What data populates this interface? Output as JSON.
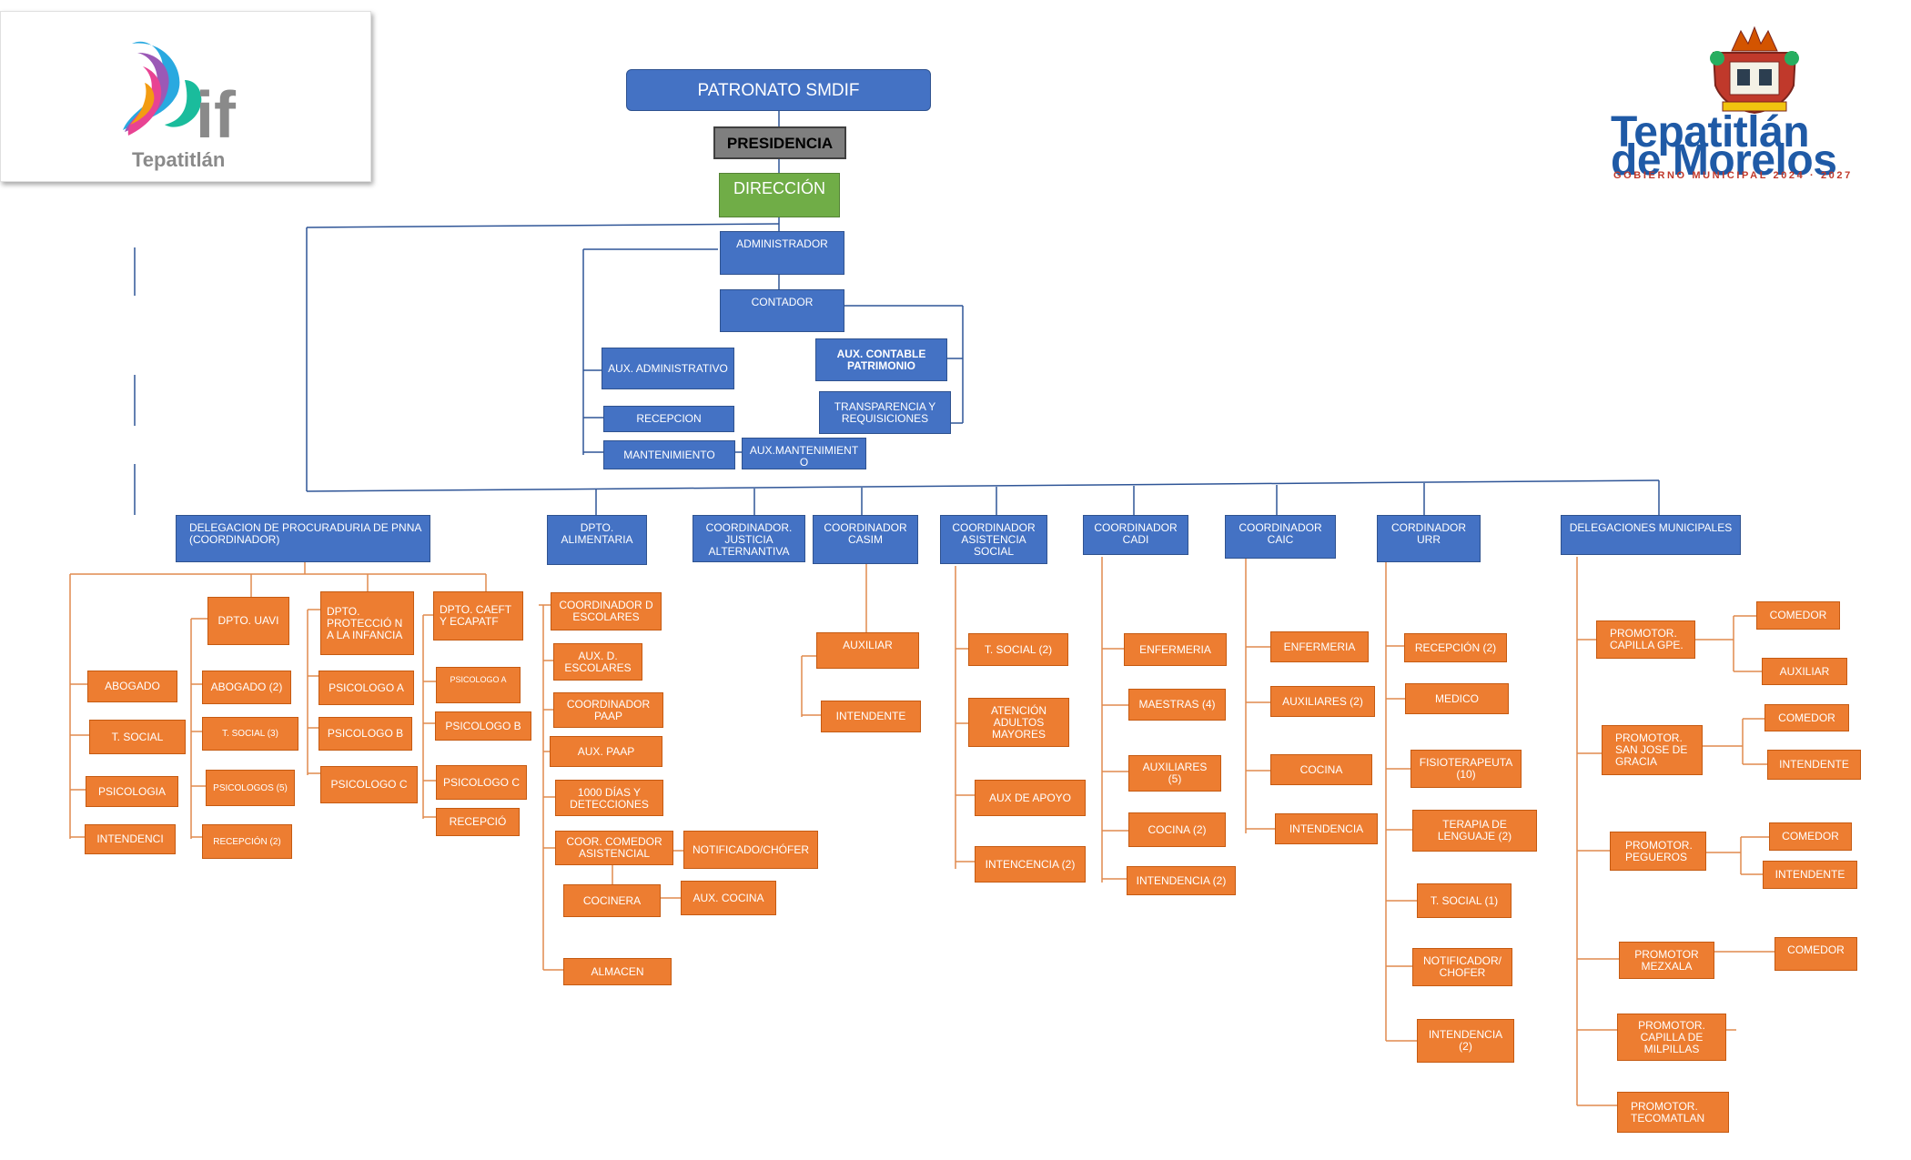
{
  "logo_left": {
    "text": "Tepatitlán",
    "letters": "if"
  },
  "logo_right": {
    "line1": "Tepatitlán",
    "line2": "de Morelos",
    "subtitle": "GOBIERNO MUNICIPAL  2024 · 2027"
  },
  "header": {
    "patronato": "PATRONATO SMDIF",
    "presidencia": "PRESIDENCIA",
    "direccion": "DIRECCIÓN"
  },
  "admin": {
    "administrador": "ADMINISTRADOR",
    "contador": "CONTADOR",
    "aux_administrativo": "AUX. ADMINISTRATIVO",
    "aux_contable": "AUX. CONTABLE PATRIMONIO",
    "recepcion": "RECEPCION",
    "transparencia": "TRANSPARENCIA Y REQUISICIONES",
    "mantenimiento": "MANTENIMIENTO",
    "aux_mantenimiento": "AUX.MANTENIMIENT O"
  },
  "departments": {
    "procuraduria": "DELEGACION DE PROCURADURIA DE PNNA (COORDINADOR)",
    "alimentaria": "DPTO. ALIMENTARIA",
    "justicia": "COORDINADOR. JUSTICIA ALTERNANTIVA",
    "casim": "COORDINADOR CASIM",
    "asistencia": "COORDINADOR ASISTENCIA SOCIAL",
    "cadi": "COORDINADOR CADI",
    "caic": "COORDINADOR CAIC",
    "urr": "CORDINADOR URR",
    "delegaciones": "DELEGACIONES MUNICIPALES"
  },
  "procuraduria": {
    "abogado": "ABOGADO",
    "t_social": "T. SOCIAL",
    "psicologia": "PSICOLOGIA",
    "intendencia": "INTENDENCI",
    "uavi": "DPTO. UAVI",
    "uavi_abogado": "ABOGADO (2)",
    "uavi_tsocial": "T. SOCIAL (3)",
    "uavi_psicologos": "PSICOLOGOS (5)",
    "uavi_recepcion": "RECEPCIÓN (2)",
    "proteccion": "DPTO. PROTECCIÓ N A LA INFANCIA",
    "prot_psic_a": "PSICOLOGO A",
    "prot_psic_b": "PSICOLOGO B",
    "prot_psic_c": "PSICOLOGO C",
    "caeft": "DPTO. CAEFT Y ECAPATF",
    "caeft_psic_a": "PSICOLOGO A",
    "caeft_psic_b": "PSICOLOGO B",
    "caeft_psic_c": "PSICOLOGO C",
    "caeft_recepcion": "RECEPCIÓ"
  },
  "alimentaria": {
    "coord_escolares": "COORDINADOR D ESCOLARES",
    "aux_escolares": "AUX. D. ESCOLARES",
    "coord_paap": "COORDINADOR PAAP",
    "aux_paap": "AUX. PAAP",
    "mil_dias": "1000 DÍAS Y DETECCIONES",
    "coor_comedor": "COOR. COMEDOR ASISTENCIAL",
    "notificado": "NOTIFICADO/CHÓFER",
    "cocinera": "COCINERA",
    "aux_cocina": "AUX. COCINA",
    "almacen": "ALMACEN"
  },
  "casim": {
    "auxiliar": "AUXILIAR",
    "intendente": "INTENDENTE"
  },
  "asistencia": {
    "t_social": "T. SOCIAL (2)",
    "atencion": "ATENCIÓN ADULTOS MAYORES",
    "aux_apoyo": "AUX DE APOYO",
    "intendencia": "INTENCENCIA (2)"
  },
  "cadi": {
    "enfermeria": "ENFERMERIA",
    "maestras": "MAESTRAS (4)",
    "auxiliares": "AUXILIARES (5)",
    "cocina": "COCINA (2)",
    "intendencia": "INTENDENCIA (2)"
  },
  "caic": {
    "enfermeria": "ENFERMERIA",
    "auxiliares": "AUXILIARES (2)",
    "cocina": "COCINA",
    "intendencia": "INTENDENCIA"
  },
  "urr": {
    "recepcion": "RECEPCIÓN (2)",
    "medico": "MEDICO",
    "fisioterapeuta": "FISIOTERAPEUTA (10)",
    "terapia": "TERAPIA DE LENGUAJE (2)",
    "t_social": "T. SOCIAL (1)",
    "notificador": "NOTIFICADOR/ CHOFER",
    "intendencia": "INTENDENCIA (2)"
  },
  "delegaciones": {
    "capilla_gpe": "PROMOTOR. CAPILLA GPE.",
    "capilla_comedor": "COMEDOR",
    "capilla_auxiliar": "AUXILIAR",
    "san_jose": "PROMOTOR. SAN JOSE DE GRACIA",
    "san_jose_comedor": "COMEDOR",
    "san_jose_intendente": "INTENDENTE",
    "pegueros": "PROMOTOR. PEGUEROS",
    "pegueros_comedor": "COMEDOR",
    "pegueros_intendente": "INTENDENTE",
    "mezxala": "PROMOTOR MEZXALA",
    "mezxala_comedor": "COMEDOR",
    "milpillas": "PROMOTOR. CAPILLA DE MILPILLAS",
    "tecomatlan": "PROMOTOR. TECOMATLAN"
  },
  "colors": {
    "blue": "#4472c4",
    "orange": "#ed7d31",
    "green": "#70ad47",
    "gray": "#7f7f7f",
    "line_blue": "#2f5597",
    "line_orange": "#e08a4e"
  }
}
